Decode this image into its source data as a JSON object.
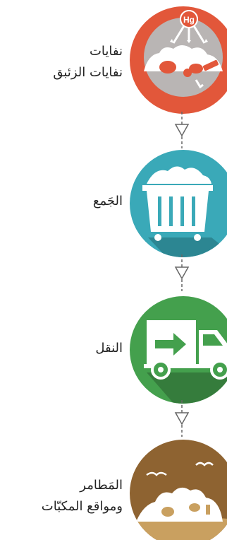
{
  "stages": [
    {
      "lines": [
        "نفايات",
        "نفايات الزئبق"
      ],
      "color": "#e2573a",
      "icon": "mercury-waste-icon",
      "badge": "Hg"
    },
    {
      "lines": [
        "الجَمع"
      ],
      "color": "#3aa9b8",
      "icon": "dumpster-icon"
    },
    {
      "lines": [
        "النقل"
      ],
      "color": "#44a04d",
      "icon": "truck-icon"
    },
    {
      "lines": [
        "المَطامر",
        "ومواقع المكبّات"
      ],
      "color": "#8e6331",
      "icon": "landfill-icon"
    }
  ],
  "connector_icon": "triangle-down-icon"
}
